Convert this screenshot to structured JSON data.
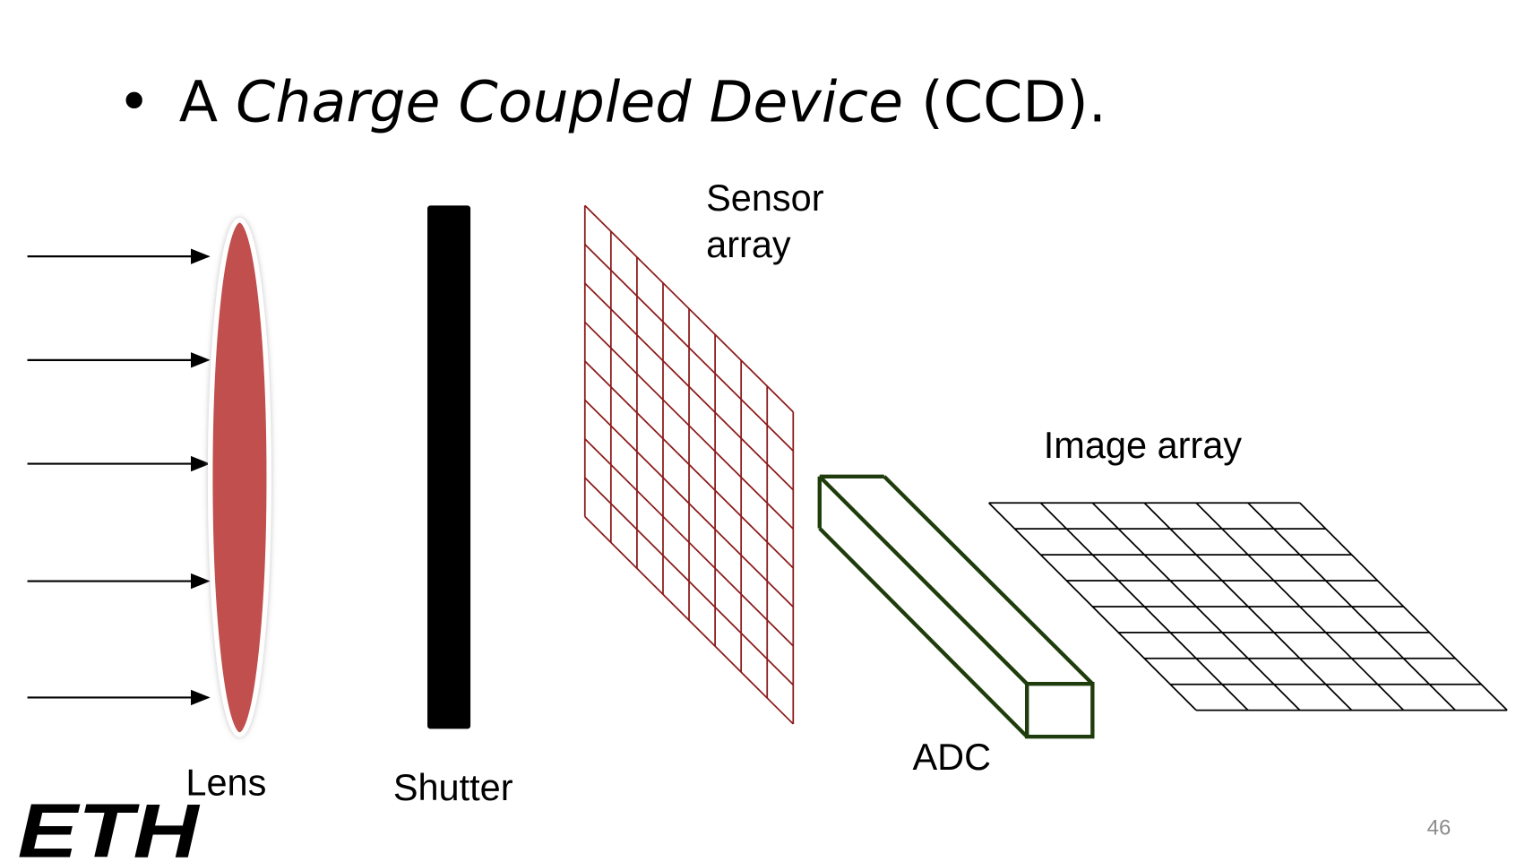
{
  "slide": {
    "bullet": "•",
    "title_prefix": "A ",
    "title_italic": "Charge Coupled Device",
    "title_suffix": " (CCD).",
    "page_number": "46",
    "logo_text": "ETH"
  },
  "diagram": {
    "labels": {
      "sensor_line1": "Sensor",
      "sensor_line2": "array",
      "image_array": "Image array",
      "adc": "ADC",
      "lens": "Lens",
      "shutter": "Shutter"
    },
    "sensor_grid": {
      "rows": 8,
      "cols": 8,
      "color": "#8b1a1a"
    },
    "image_grid": {
      "rows": 8,
      "cols": 6,
      "color": "#000000"
    },
    "lens_color": "#c0504d",
    "adc_color": "#1f3d0c",
    "arrow_count": 5
  }
}
